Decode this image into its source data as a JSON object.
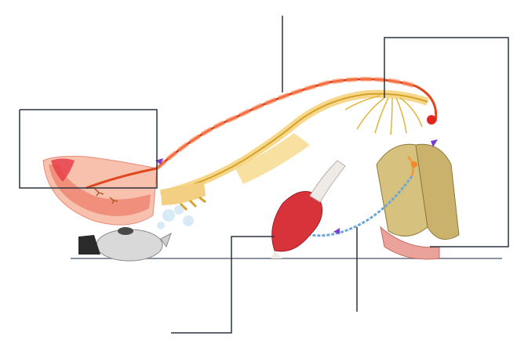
{
  "figure": {
    "colors": {
      "background": "#ffffff",
      "callout_line": "#2b3340",
      "sensory_nerve": "#e0471f",
      "motor_nerve": "#f2c24a",
      "interneuron": "#6aa8d8",
      "skin": "#f3a28c",
      "muscle": "#d8323a",
      "spinal_cord_grey": "#c8b57a",
      "arrow": "#7a3fd0"
    },
    "callouts": [
      {
        "name": "receptor-callout-box"
      },
      {
        "name": "afferent-nerve-callout-line"
      },
      {
        "name": "nerve-center-callout-box"
      },
      {
        "name": "effector-callout-line"
      },
      {
        "name": "efferent-nerve-callout-line"
      }
    ],
    "labels": []
  }
}
